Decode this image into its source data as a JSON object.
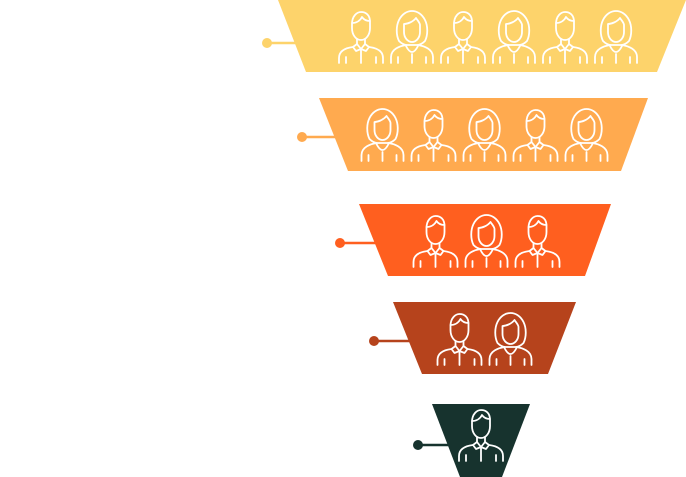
{
  "diagram": {
    "type": "funnel",
    "stages": [
      {
        "name": "stage-1",
        "color": "#FDD36B",
        "people": [
          "man",
          "woman",
          "man",
          "woman",
          "man",
          "woman"
        ]
      },
      {
        "name": "stage-2",
        "color": "#FFAA4F",
        "people": [
          "woman",
          "man",
          "woman",
          "man",
          "woman"
        ]
      },
      {
        "name": "stage-3",
        "color": "#FF5F1F",
        "people": [
          "man",
          "woman",
          "man"
        ]
      },
      {
        "name": "stage-4",
        "color": "#B6431C",
        "people": [
          "man",
          "woman"
        ]
      },
      {
        "name": "stage-5",
        "color": "#17332E",
        "people": [
          "man"
        ]
      }
    ],
    "icon_color": "#FFFFFF"
  }
}
